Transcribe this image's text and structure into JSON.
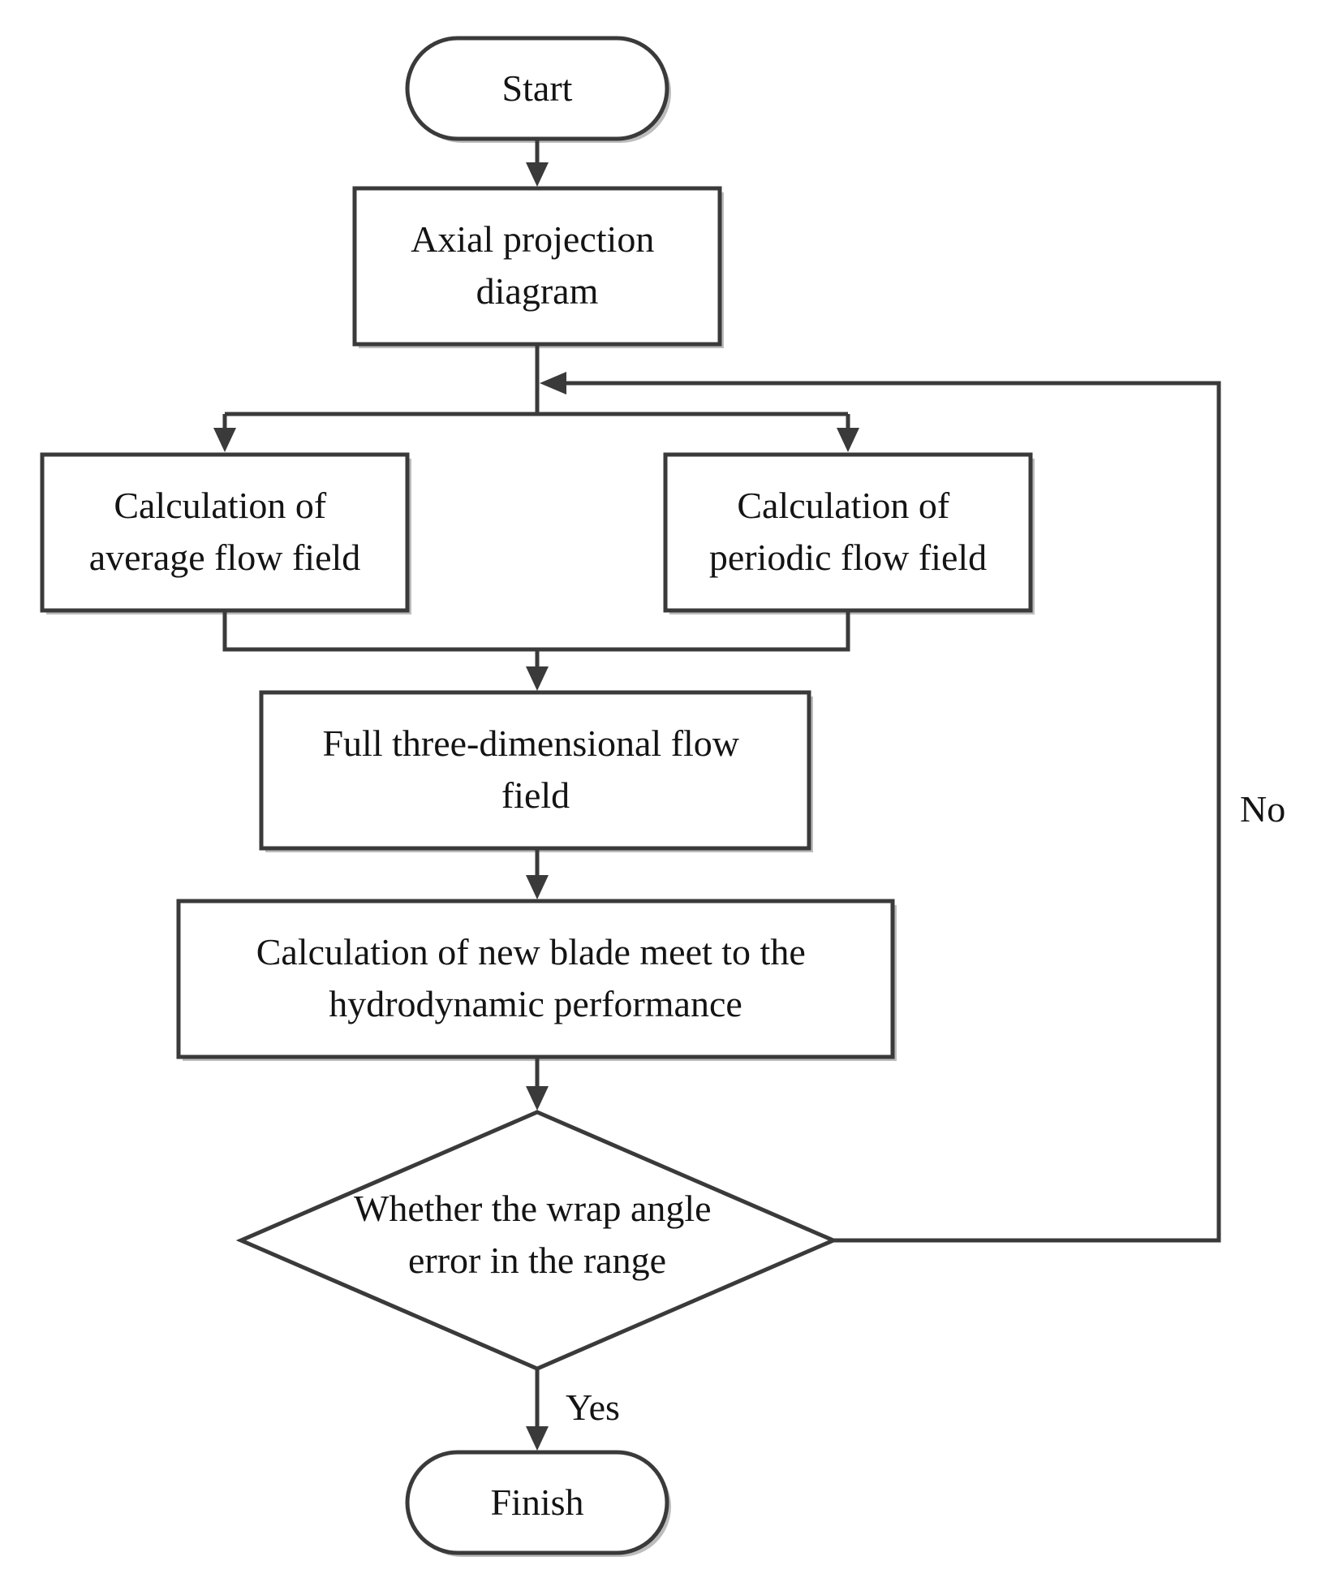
{
  "nodes": {
    "start": {
      "lines": [
        "Start"
      ]
    },
    "axial": {
      "lines": [
        "Axial projection",
        "diagram"
      ]
    },
    "average": {
      "lines": [
        "Calculation of",
        "average flow field"
      ]
    },
    "periodic": {
      "lines": [
        "Calculation of",
        "periodic flow field"
      ]
    },
    "full3d": {
      "lines": [
        "Full three-dimensional flow",
        "field"
      ]
    },
    "newblade": {
      "lines": [
        "Calculation of new blade meet to the",
        "hydrodynamic performance"
      ]
    },
    "decision": {
      "lines": [
        "Whether the wrap angle",
        "error in the range"
      ]
    },
    "finish": {
      "lines": [
        "Finish"
      ]
    }
  },
  "edge_labels": {
    "no": "No",
    "yes": "Yes"
  },
  "colors": {
    "stroke": "#3a3a3a",
    "text": "#141414",
    "shadow": "#bdbdbd",
    "background": "#ffffff"
  }
}
